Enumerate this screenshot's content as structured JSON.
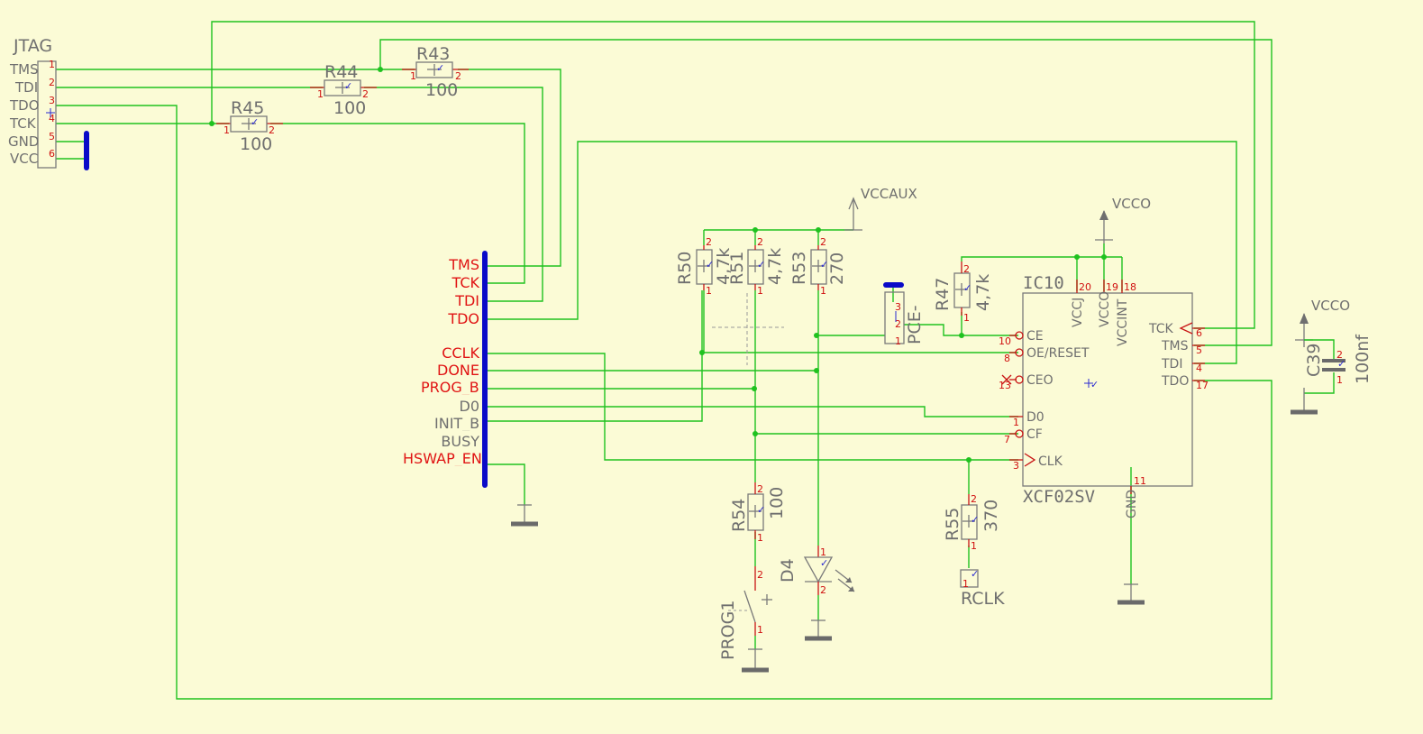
{
  "jtag": {
    "title": "JTAG",
    "pins": [
      {
        "name": "TMS",
        "num": "1"
      },
      {
        "name": "TDI",
        "num": "2"
      },
      {
        "name": "TDO",
        "num": "3"
      },
      {
        "name": "TCK",
        "num": "4"
      },
      {
        "name": "GND",
        "num": "5"
      },
      {
        "name": "VCC",
        "num": "6"
      }
    ]
  },
  "resistors": {
    "r43": {
      "name": "R43",
      "value": "100"
    },
    "r44": {
      "name": "R44",
      "value": "100"
    },
    "r45": {
      "name": "R45",
      "value": "100"
    },
    "r50": {
      "name": "R50",
      "value": "4,7k"
    },
    "r51": {
      "name": "R51",
      "value": "4,7k"
    },
    "r53": {
      "name": "R53",
      "value": "270"
    },
    "r47": {
      "name": "R47",
      "value": "4,7k"
    },
    "r54": {
      "name": "R54",
      "value": "100"
    },
    "r55": {
      "name": "R55",
      "value": "370"
    }
  },
  "bus_signals": [
    "TMS",
    "TCK",
    "TDI",
    "TDO",
    "CCLK",
    "DONE",
    "PROG_B",
    "D0",
    "INIT_B",
    "BUSY",
    "HSWAP_EN"
  ],
  "power": {
    "vccaux": "VCCAUX",
    "vcco_ic": "VCCO",
    "vcco_cap": "VCCO"
  },
  "pce": {
    "name": "PCE-",
    "pins": [
      "3",
      "2",
      "1"
    ]
  },
  "ic": {
    "name": "IC10",
    "part": "XCF02SV",
    "left_pins": [
      {
        "name": "CE",
        "num": "10"
      },
      {
        "name": "OE/RESET",
        "num": "8"
      },
      {
        "name": "CEO",
        "num": "13"
      },
      {
        "name": "D0",
        "num": "1"
      },
      {
        "name": "CF",
        "num": "7"
      },
      {
        "name": "CLK",
        "num": "3"
      }
    ],
    "top_pins": [
      {
        "name": "VCCJ",
        "num": "20"
      },
      {
        "name": "VCCO",
        "num": "19"
      },
      {
        "name": "VCCINT",
        "num": "18"
      }
    ],
    "right_pins": [
      {
        "name": "TCK",
        "num": "6"
      },
      {
        "name": "TMS",
        "num": "5"
      },
      {
        "name": "TDI",
        "num": "4"
      },
      {
        "name": "TDO",
        "num": "17"
      }
    ],
    "bottom_pin": {
      "name": "GND",
      "num": "11"
    }
  },
  "capacitor": {
    "name": "C39",
    "value": "100nf",
    "pins": [
      "2",
      "1"
    ]
  },
  "led": {
    "name": "D4",
    "pins": [
      "1",
      "2"
    ]
  },
  "switch": {
    "name": "PROG1",
    "pins": [
      "2",
      "1"
    ]
  },
  "connector": {
    "name": "RCLK",
    "pin": "1"
  },
  "resistor_pins": [
    "1",
    "2"
  ],
  "colors": {
    "background": "#fbfbd6",
    "wire": "#1fc21f",
    "bus": "#0a0ac8",
    "pin": "#c81414",
    "label": "#6f6f6f",
    "signal": "#e01414"
  }
}
